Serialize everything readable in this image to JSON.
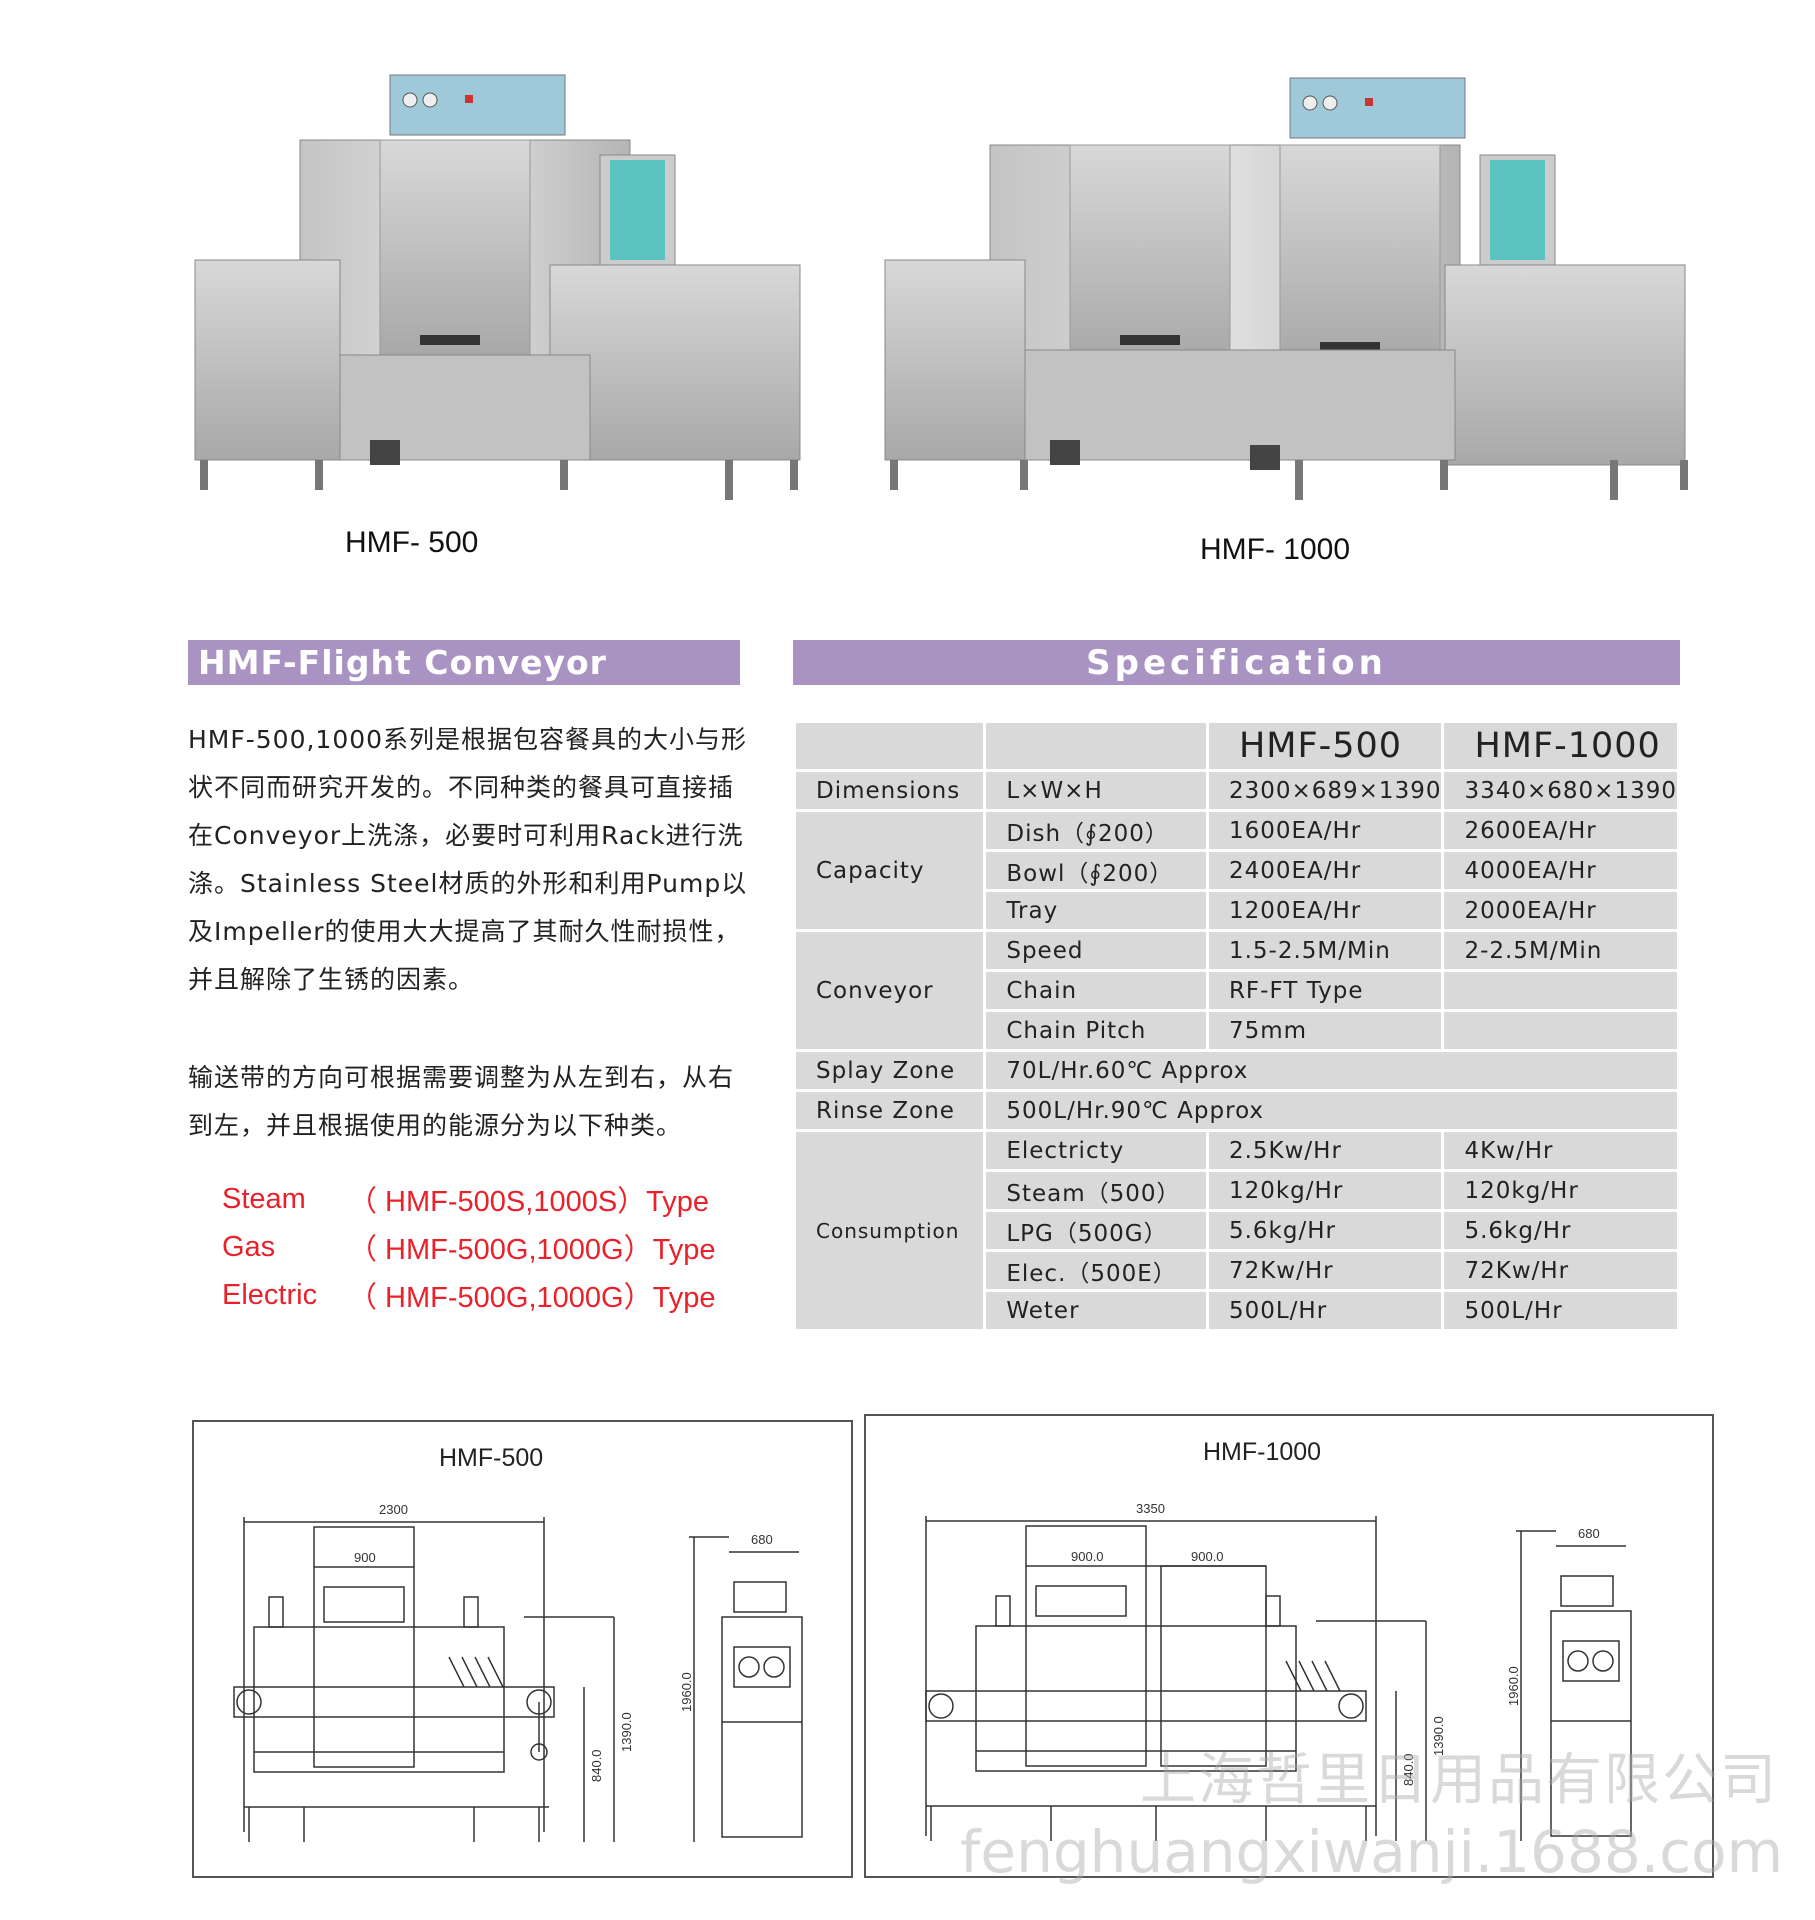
{
  "photos": {
    "left_caption": "HMF- 500",
    "right_caption": "HMF- 1000"
  },
  "left_header": "HMF-Flight Conveyor",
  "right_header": "Specification",
  "description": {
    "para1": "HMF-500,1000系列是根据包容餐具的大小与形状不同而研究开发的。不同种类的餐具可直接插在Conveyor上洗涤，必要时可利用Rack进行洗涤。Stainless Steel材质的外形和利用Pump以及Impeller的使用大大提高了其耐久性耐损性，并且解除了生锈的因素。",
    "para2": "输送带的方向可根据需要调整为从左到右，从右到左，并且根据使用的能源分为以下种类。"
  },
  "types": [
    {
      "name": "Steam",
      "desc": "（ HMF-500S,1000S）Type"
    },
    {
      "name": "Gas",
      "desc": "（ HMF-500G,1000G）Type"
    },
    {
      "name": "Electric",
      "desc": "（ HMF-500G,1000G）Type"
    }
  ],
  "spec": {
    "col_500": "HMF-500",
    "col_1000": "HMF-1000",
    "dimensions": {
      "label": "Dimensions",
      "sub": "L×W×H",
      "v500": "2300×689×1390",
      "v1000": "3340×680×1390"
    },
    "capacity": {
      "label": "Capacity",
      "rows": [
        {
          "sub": "Dish（∮200）",
          "v500": "1600EA/Hr",
          "v1000": "2600EA/Hr"
        },
        {
          "sub": "Bowl（∮200）",
          "v500": "2400EA/Hr",
          "v1000": "4000EA/Hr"
        },
        {
          "sub": "Tray",
          "v500": "1200EA/Hr",
          "v1000": "2000EA/Hr"
        }
      ]
    },
    "conveyor": {
      "label": "Conveyor",
      "rows": [
        {
          "sub": "Speed",
          "v500": "1.5-2.5M/Min",
          "v1000": "2-2.5M/Min"
        },
        {
          "sub": "Chain",
          "v500": "RF-FT Type",
          "v1000": ""
        },
        {
          "sub": "Chain Pitch",
          "v500": "75mm",
          "v1000": ""
        }
      ]
    },
    "splay": {
      "label": "Splay Zone",
      "value": "70L/Hr.60℃ Approx"
    },
    "rinse": {
      "label": "Rinse Zone",
      "value": "500L/Hr.90℃ Approx"
    },
    "consumption": {
      "label": "Consumption",
      "rows": [
        {
          "sub": "Electricty",
          "v500": "2.5Kw/Hr",
          "v1000": "4Kw/Hr"
        },
        {
          "sub": "Steam（500）",
          "v500": "120kg/Hr",
          "v1000": "120kg/Hr"
        },
        {
          "sub": "LPG（500G）",
          "v500": "5.6kg/Hr",
          "v1000": "5.6kg/Hr"
        },
        {
          "sub": "Elec.（500E）",
          "v500": "72Kw/Hr",
          "v1000": "72Kw/Hr"
        },
        {
          "sub": "Weter",
          "v500": "500L/Hr",
          "v1000": "500L/Hr"
        }
      ]
    }
  },
  "drawings": {
    "left": {
      "title": "HMF-500",
      "d_len": "2300",
      "d_hood": "900",
      "d_width": "680",
      "d_h1": "1960.0",
      "d_h2": "1390.0",
      "d_h3": "840.0"
    },
    "right": {
      "title": "HMF-1000",
      "d_len": "3350",
      "d_hood1": "900.0",
      "d_hood2": "900.0",
      "d_width": "680",
      "d_h1": "1960.0",
      "d_h2": "1390.0",
      "d_h3": "840.0"
    }
  },
  "watermark": {
    "cn": "上海哲里日用品有限公司",
    "en": "fenghuangxiwanji.1688.com"
  },
  "colors": {
    "header": "#a993c2",
    "types": "#e8212b",
    "cell": "#d9d9d9"
  }
}
